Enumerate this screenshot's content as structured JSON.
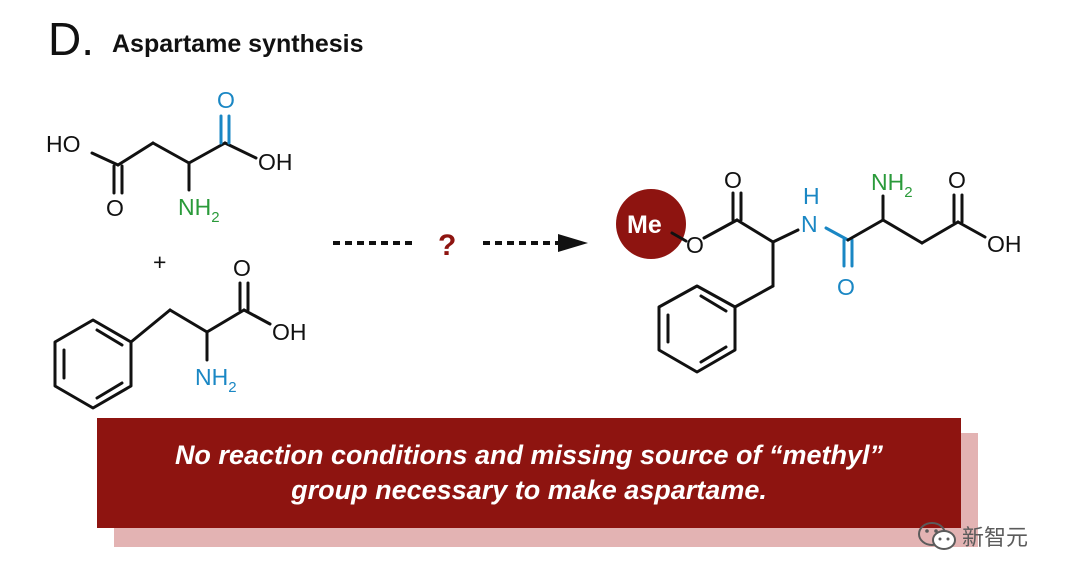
{
  "panel": {
    "letter": "D.",
    "title": "Aspartame synthesis"
  },
  "reactant1": {
    "ho_left": "HO",
    "o_top": "O",
    "o_bottom": "O",
    "oh_right": "OH",
    "nh_label": "NH",
    "nh_sub": "2"
  },
  "plus": "+",
  "reactant2": {
    "o_top": "O",
    "oh": "OH",
    "nh_label": "NH",
    "nh_sub": "2"
  },
  "arrow": {
    "question": "?"
  },
  "product": {
    "me": "Me",
    "o_ester_top": "O",
    "o_ester": "O",
    "h": "H",
    "n": "N",
    "o_amide": "O",
    "nh_label": "NH",
    "nh_sub": "2",
    "o_acid_top": "O",
    "oh": "OH"
  },
  "note": {
    "line1": "No reaction conditions and missing source of “methyl”",
    "line2": "group necessary to make aspartame."
  },
  "watermark": {
    "text": "新智元"
  },
  "colors": {
    "blue": "#1a87c4",
    "green": "#2a9a3a",
    "dark_red": "#8e1410",
    "shadow": "#e3b3b3"
  }
}
